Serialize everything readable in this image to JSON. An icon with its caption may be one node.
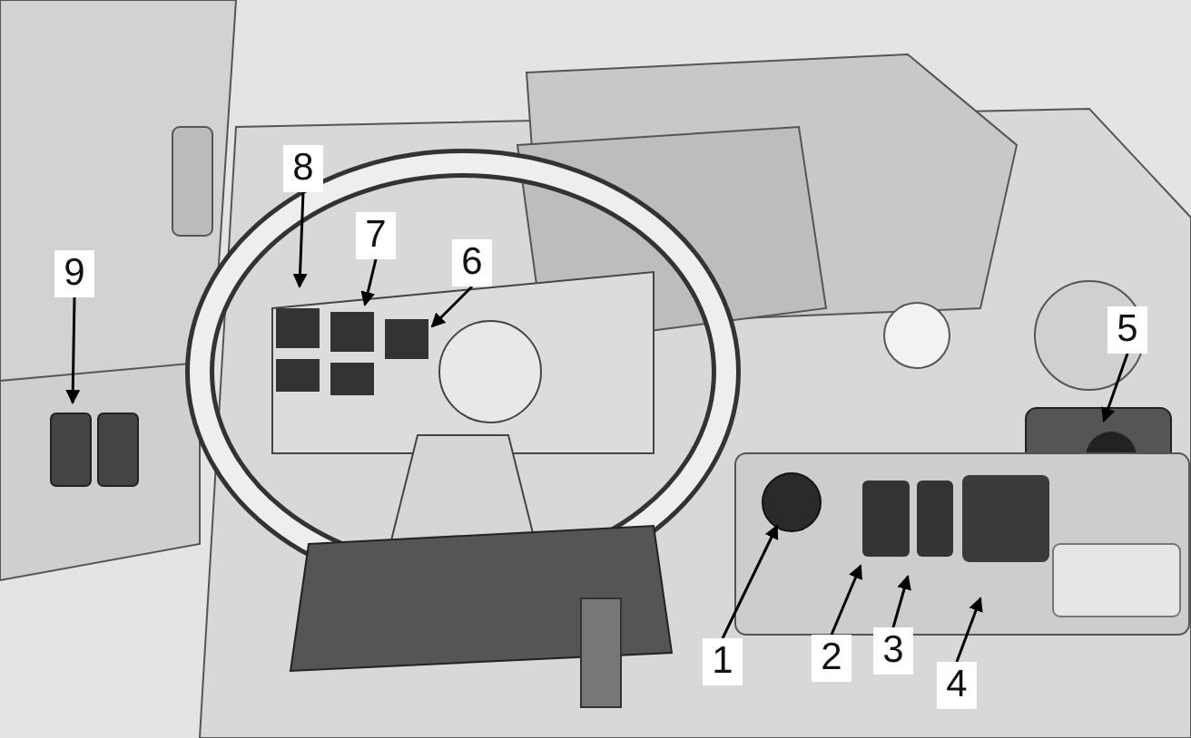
{
  "diagram": {
    "nodes": [
      {
        "text": [
          "8"
        ]
      },
      {
        "text": [
          "7"
        ]
      },
      {
        "text": [
          "6"
        ]
      },
      {
        "text": [
          "9"
        ]
      },
      {
        "text": [
          "5"
        ]
      },
      {
        "text": [
          "1"
        ]
      },
      {
        "text": [
          "2"
        ]
      },
      {
        "text": [
          "3"
        ]
      },
      {
        "text": [
          "4"
        ]
      }
    ],
    "edges": [
      {
        "from": 0,
        "to": null,
        "arrow": "to"
      },
      {
        "from": 1,
        "to": null,
        "arrow": "to"
      },
      {
        "from": 2,
        "to": null,
        "arrow": "to"
      },
      {
        "from": 3,
        "to": null,
        "arrow": "to"
      },
      {
        "from": 4,
        "to": null,
        "arrow": "to"
      },
      {
        "from": 5,
        "to": null,
        "arrow": "to"
      },
      {
        "from": 6,
        "to": null,
        "arrow": "to"
      },
      {
        "from": 7,
        "to": null,
        "arrow": "to"
      },
      {
        "from": 8,
        "to": null,
        "arrow": "to"
      }
    ]
  }
}
